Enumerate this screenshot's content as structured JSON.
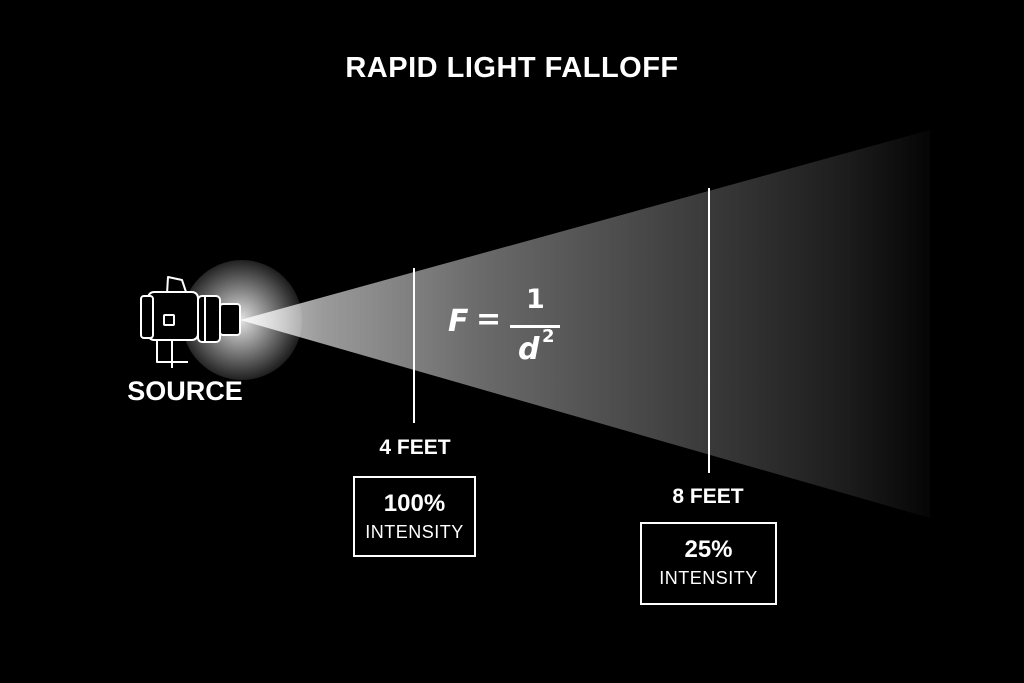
{
  "title": "RAPID LIGHT FALLOFF",
  "source": {
    "label": "SOURCE",
    "icon": "spotlight-icon"
  },
  "formula": {
    "lhs": "F",
    "equals": "=",
    "numerator": "1",
    "denominator_var": "d",
    "denominator_exponent": "2"
  },
  "markers": [
    {
      "distance_label": "4 FEET",
      "intensity_value": "100%",
      "intensity_word": "INTENSITY"
    },
    {
      "distance_label": "8 FEET",
      "intensity_value": "25%",
      "intensity_word": "INTENSITY"
    }
  ],
  "colors": {
    "background": "#000000",
    "foreground": "#ffffff",
    "beam_bright": "#d0d0d0",
    "beam_dark": "#1a1a1a"
  }
}
